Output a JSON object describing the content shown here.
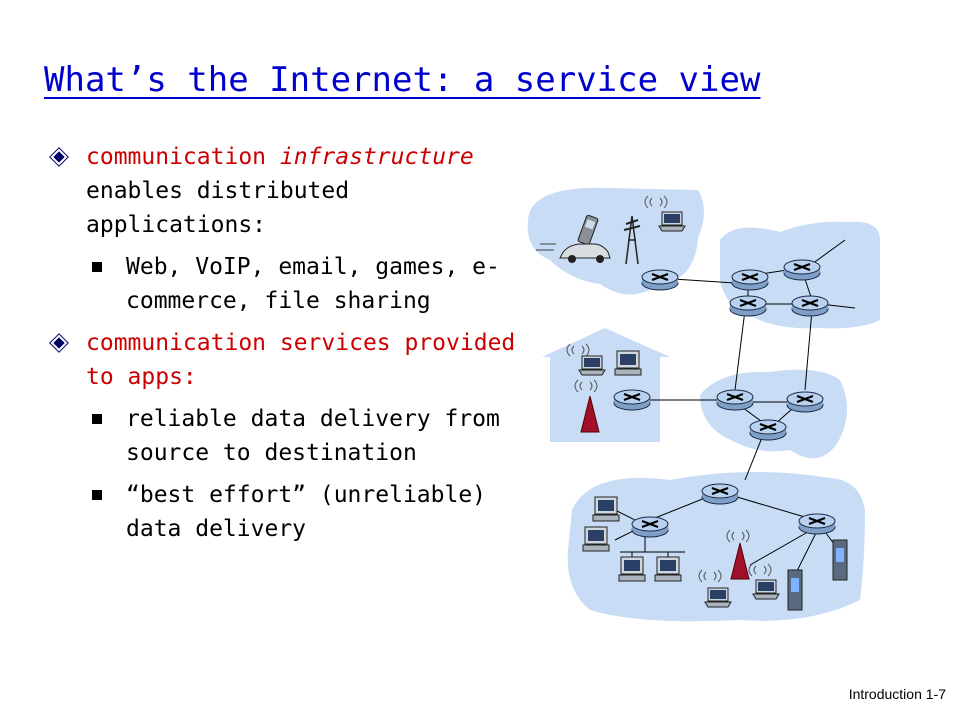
{
  "slide": {
    "title": "What’s the Internet: a service view",
    "bullets": [
      {
        "parts": [
          {
            "text": "communication ",
            "style": "red"
          },
          {
            "text": "infrastructure",
            "style": "red-italic"
          },
          {
            "text": " enables distributed applications:",
            "style": "black"
          }
        ],
        "sub": [
          "Web, VoIP, email, games, e-commerce, file sharing"
        ]
      },
      {
        "parts": [
          {
            "text": "communication services provided to apps:",
            "style": "red"
          }
        ],
        "sub": [
          "reliable data delivery from source to destination",
          "“best effort” (unreliable) data delivery"
        ]
      }
    ],
    "footer": "Introduction 1-7"
  },
  "diagram": {
    "regions": [
      "mobile-network",
      "isp-regional",
      "home-network",
      "isp-local",
      "institutional-network"
    ],
    "colors": {
      "network_fill": "#c8dcf5",
      "home_fill": "#c8dcf5",
      "router": "#a9c5ea",
      "accent_red": "#cc0000",
      "title_blue": "#0000cc"
    }
  }
}
